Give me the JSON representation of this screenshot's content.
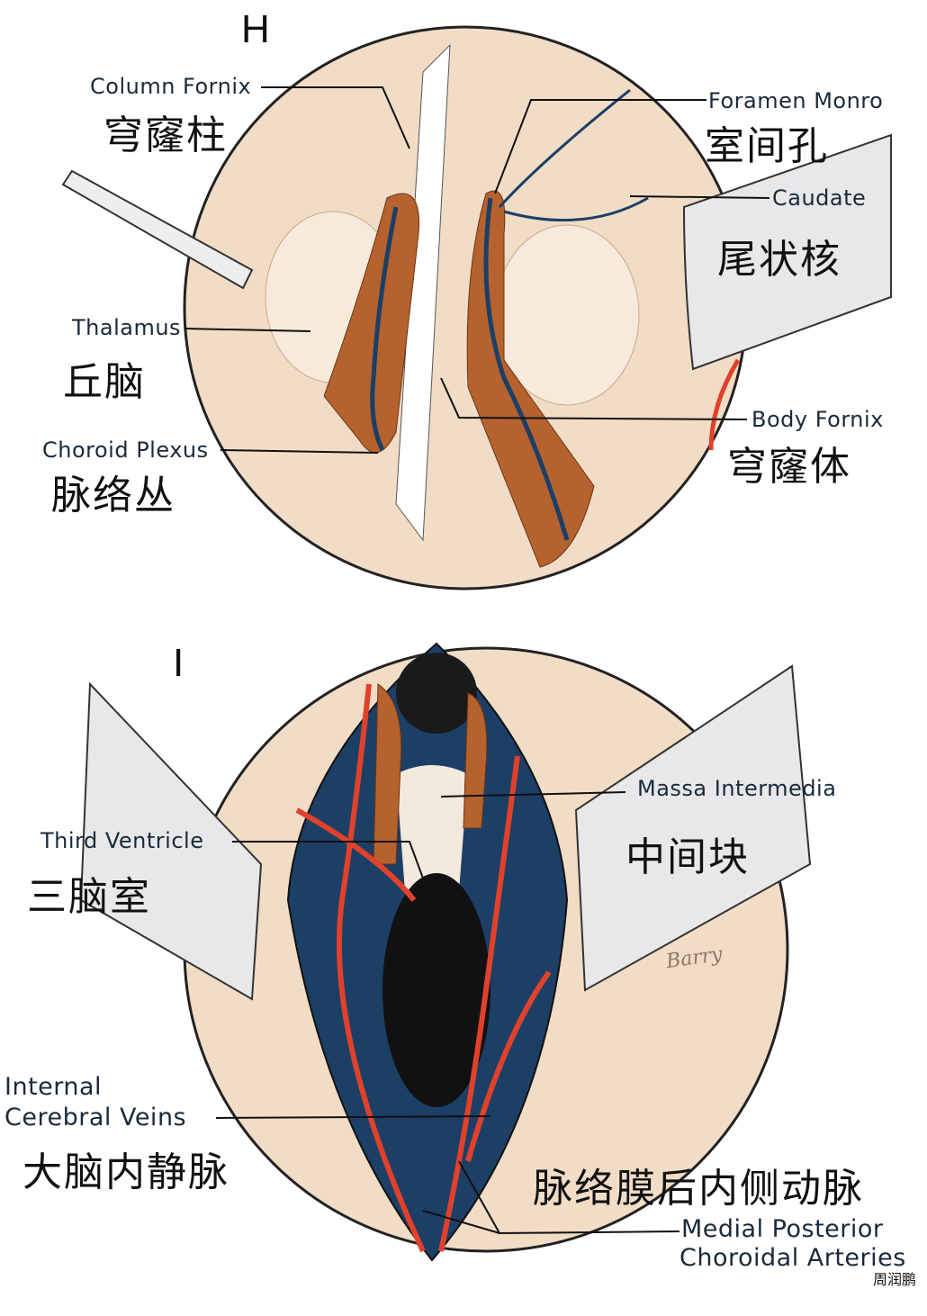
{
  "panels": {
    "H": {
      "letter": "H",
      "labels": {
        "column_fornix": {
          "en": "Column Fornix",
          "zh": "穹窿柱"
        },
        "foramen_monro": {
          "en": "Foramen Monro",
          "zh": "室间孔"
        },
        "caudate": {
          "en": "Caudate",
          "zh": "尾状核"
        },
        "thalamus": {
          "en": "Thalamus",
          "zh": "丘脑"
        },
        "choroid_plexus": {
          "en": "Choroid Plexus",
          "zh": "脉络丛"
        },
        "body_fornix": {
          "en": "Body Fornix",
          "zh": "穹窿体"
        }
      }
    },
    "I": {
      "letter": "I",
      "labels": {
        "massa_intermedia": {
          "en": "Massa Intermedia",
          "zh": "中间块"
        },
        "third_ventricle": {
          "en": "Third Ventricle",
          "zh": "三脑室"
        },
        "internal_cerebral_veins": {
          "en_line1": "Internal",
          "en_line2": "Cerebral Veins",
          "zh": "大脑内静脉"
        },
        "medial_posterior_choroidal_arteries": {
          "en_line1": "Medial Posterior",
          "en_line2": "Choroidal Arteries",
          "zh": "脉络膜后内侧动脉"
        }
      },
      "signature": "Barry"
    }
  },
  "watermark": "周润鹏",
  "colors": {
    "tissue": "#f3dcc4",
    "vein": "#1c3f66",
    "artery": "#e0412b",
    "plexus": "#b5622f",
    "cavity": "#1a1a1a"
  }
}
